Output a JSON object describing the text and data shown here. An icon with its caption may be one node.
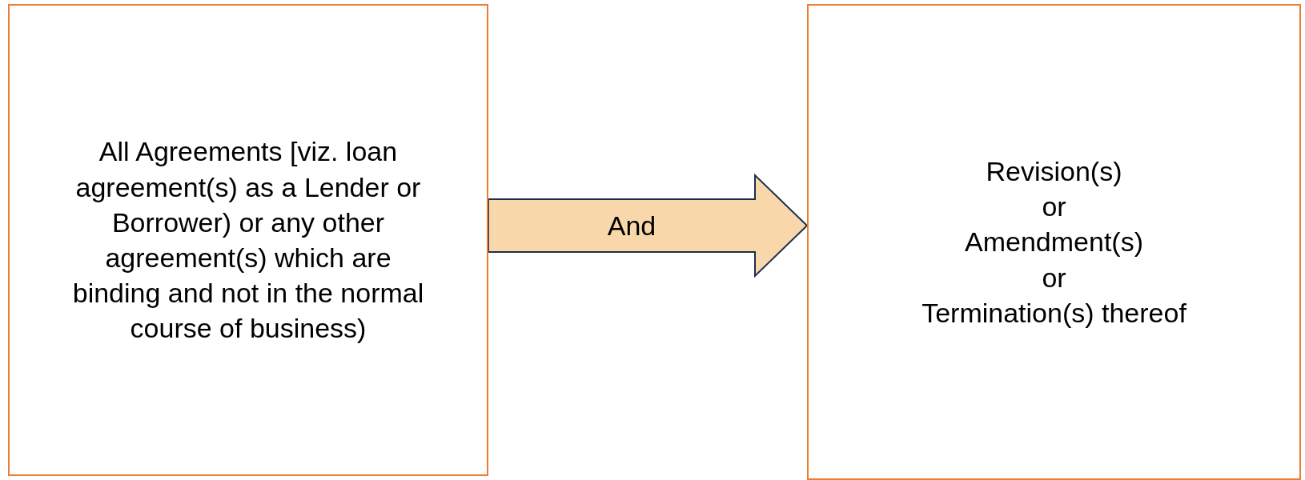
{
  "diagram": {
    "nodes": [
      {
        "text": [
          "All Agreements [viz. loan agreement(s) as a Lender or Borrower)  or any other agreement(s) which are binding and not in the normal course of business)"
        ]
      },
      {
        "text": [
          "Revision(s)",
          "or",
          "Amendment(s)",
          "or",
          "Termination(s) thereof"
        ]
      }
    ],
    "edges": [
      {
        "from": 0,
        "to": 1,
        "arrow": "to",
        "label": "And"
      }
    ]
  }
}
